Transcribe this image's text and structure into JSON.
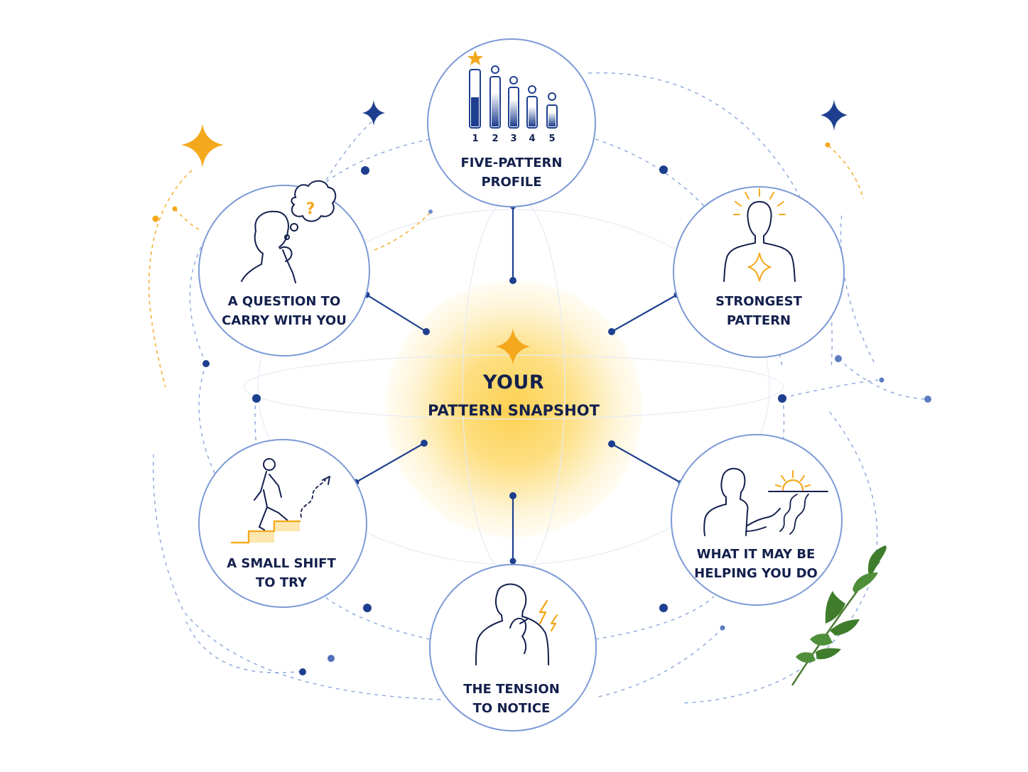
{
  "center": {
    "line1": "YOUR",
    "line2": "PATTERN SNAPSHOT"
  },
  "nodes": {
    "profile": {
      "line1": "FIVE-PATTERN",
      "line2": "PROFILE",
      "digits": [
        "1",
        "2",
        "3",
        "4",
        "5"
      ]
    },
    "strongest": {
      "line1": "STRONGEST",
      "line2": "PATTERN"
    },
    "helping": {
      "line1": "WHAT IT MAY BE",
      "line2": "HELPING YOU DO"
    },
    "tension": {
      "line1": "THE TENSION",
      "line2": "TO NOTICE"
    },
    "shift": {
      "line1": "A SMALL SHIFT",
      "line2": "TO TRY"
    },
    "question": {
      "line1": "A QUESTION TO",
      "line2": "CARRY WITH YOU",
      "bubble_mark": "?"
    }
  },
  "colors": {
    "navy": "#13204d",
    "blue": "#1e3f8f",
    "circle_stroke": "#7b9ad6",
    "dotted": "#7f9fd8",
    "gold": "#f4a81c",
    "leaf": "#3f7d2c"
  }
}
